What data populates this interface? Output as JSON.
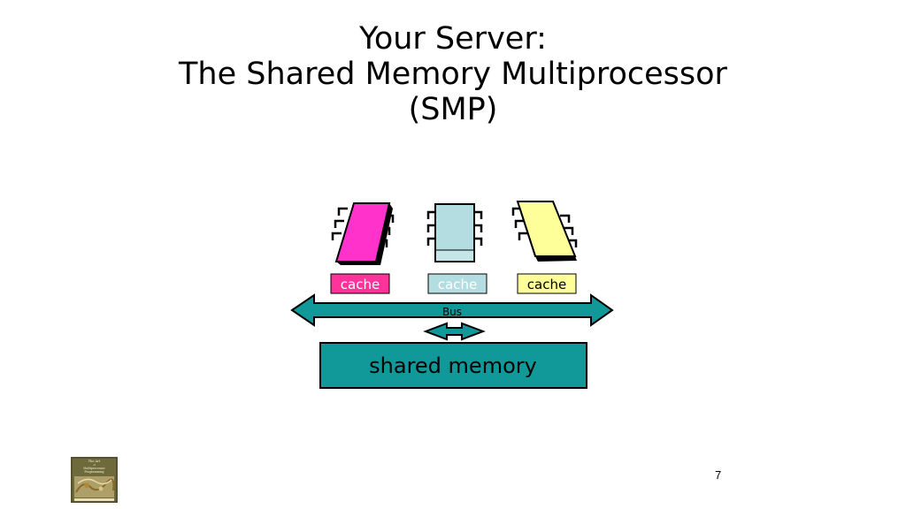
{
  "title": {
    "line1": "Your Server:",
    "line2": "The Shared Memory Multiprocessor",
    "line3": "(SMP)"
  },
  "diagram": {
    "processors": [
      {
        "cache_label": "cache",
        "chip_color": "#ff33cc",
        "cache_bg": "#ff3399",
        "cache_text_color": "#ffffff"
      },
      {
        "cache_label": "cache",
        "chip_color": "#b3dde0",
        "cache_bg": "#b3dde0",
        "cache_text_color": "#ffffff"
      },
      {
        "cache_label": "cache",
        "chip_color": "#ffff99",
        "cache_bg": "#ffff99",
        "cache_text_color": "#000000"
      }
    ],
    "bus_label": "Bus",
    "bus_color": "#119999",
    "memory_label": "shared memory",
    "memory_color": "#119999"
  },
  "footer": {
    "page_number": "7",
    "book_cover_text": [
      "The Art",
      "of",
      "Multiprocessor",
      "Programming"
    ]
  }
}
